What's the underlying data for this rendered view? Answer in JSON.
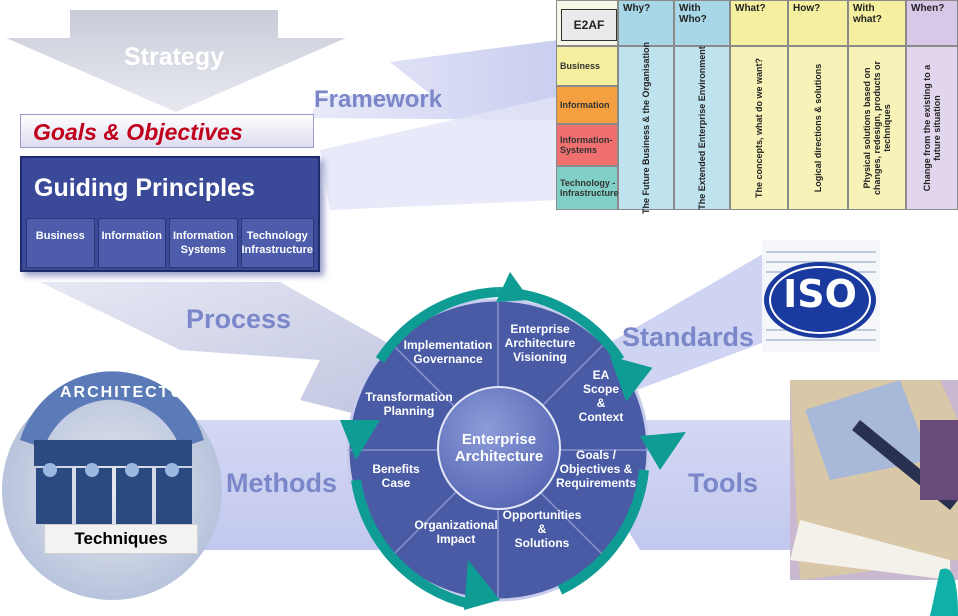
{
  "strategy": "Strategy",
  "framework_label": "Framework",
  "goals_objectives": "Goals & Objectives",
  "guiding_principles": {
    "title": "Guiding Principles",
    "cells": [
      "Business",
      "Information",
      "Information Systems",
      "Technology Infrastructure"
    ]
  },
  "framework_grid": {
    "logo": "E2AF",
    "columns": [
      "Why?",
      "With Who?",
      "What?",
      "How?",
      "With what?",
      "When?"
    ],
    "rows": [
      "Business",
      "Information",
      "Information-Systems",
      "Technology - Infrastructure"
    ],
    "column_texts": [
      "The Future Business & the Organisation",
      "The Extended Enterprise Environment",
      "The concepts, what do we want?",
      "Logical directions & solutions",
      "Physical solutions based on changes, redesign, products or techniques",
      "Change from the existing to a future situation"
    ],
    "colors": {
      "business": "#f4f0a0",
      "information": "#f4a040",
      "information_systems": "#f07070",
      "technology": "#80d0c8",
      "col_blue": "#a8d8e8",
      "col_yellow": "#f4f0a0",
      "col_purple": "#d8c8e8"
    }
  },
  "process_label": "Process",
  "standards_label": "Standards",
  "methods_label": "Methods",
  "tools_label": "Tools",
  "iso": "ISO",
  "techniques": "Techniques",
  "architecture_ring": "ARCHITECTURE",
  "wheel": {
    "center_line1": "Enterprise",
    "center_line2": "Architecture",
    "segments": {
      "vision": [
        "Enterprise",
        "Architecture",
        "Visioning"
      ],
      "scope": [
        "EA",
        "Scope",
        "&",
        "Context"
      ],
      "goals": [
        "Goals /",
        "Objectives &",
        "Requirements"
      ],
      "opportunities": [
        "Opportunities",
        "&",
        "Solutions"
      ],
      "impact": [
        "Organizational",
        "Impact"
      ],
      "benefits": [
        "Benefits",
        "Case"
      ],
      "transformation": [
        "Transformation",
        "Planning"
      ],
      "governance": [
        "Implementation",
        "Governance"
      ]
    },
    "colors": {
      "wheel": "#4a5ba6",
      "arrow": "#0e9c94"
    }
  },
  "colors": {
    "label_blue": "#7b87c9",
    "band_blue": "#c8cdf0",
    "dark_blue": "#3b4a98",
    "goals_red": "#c0001a"
  }
}
